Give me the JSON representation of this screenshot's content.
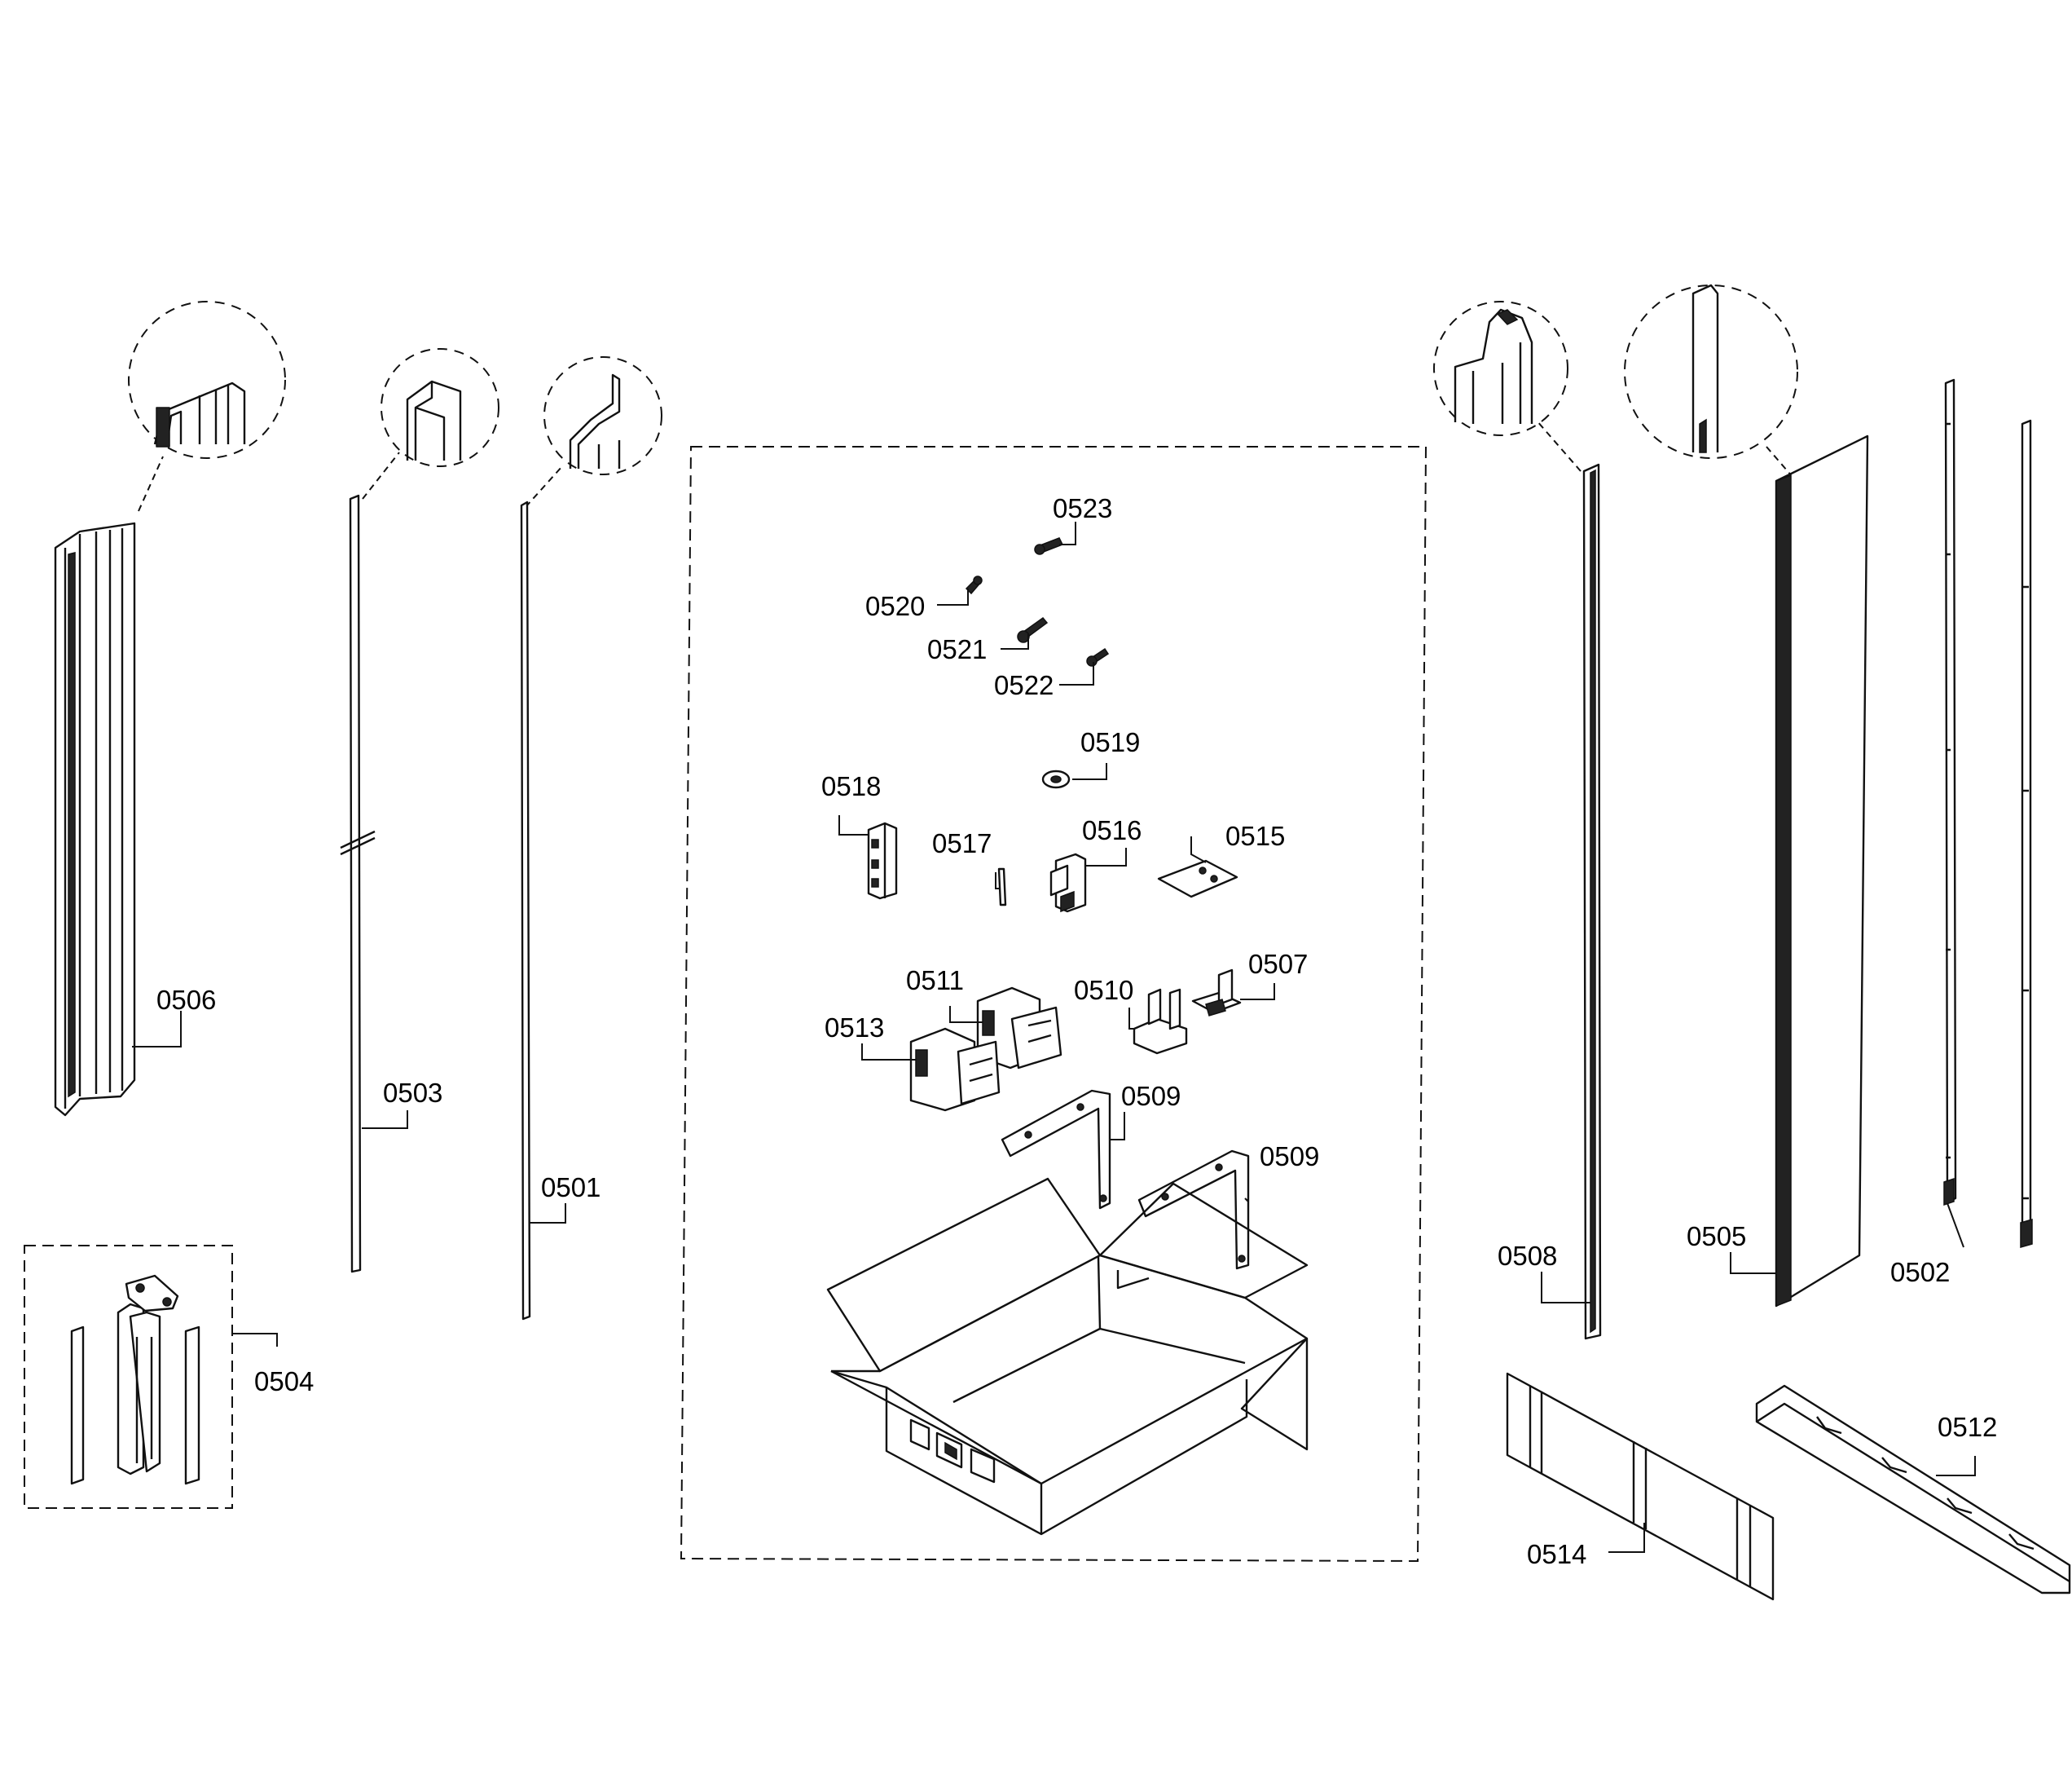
{
  "labels": {
    "p0501": "0501",
    "p0502": "0502",
    "p0503": "0503",
    "p0504": "0504",
    "p0505": "0505",
    "p0506": "0506",
    "p0507": "0507",
    "p0508": "0508",
    "p0509a": "0509",
    "p0509b": "0509",
    "p0510": "0510",
    "p0511": "0511",
    "p0512": "0512",
    "p0513": "0513",
    "p0514": "0514",
    "p0515": "0515",
    "p0516": "0516",
    "p0517": "0517",
    "p0518": "0518",
    "p0519": "0519",
    "p0520": "0520",
    "p0521": "0521",
    "p0522": "0522",
    "p0523": "0523"
  }
}
